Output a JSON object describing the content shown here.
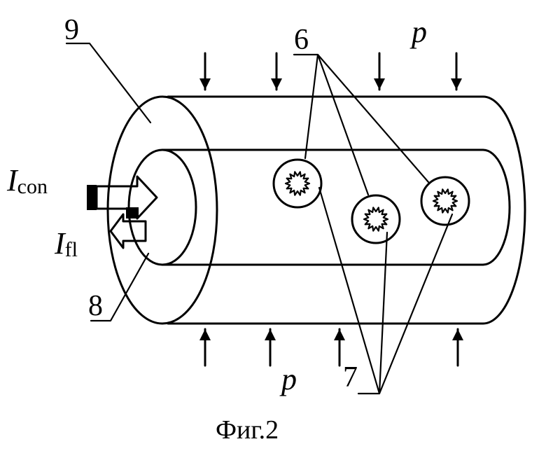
{
  "labels": {
    "outer_cylinder": "9",
    "inner_cylinder": "8",
    "bodies": "6",
    "inclusions": "7"
  },
  "pressure": {
    "top": "p",
    "bottom": "p"
  },
  "flows": {
    "incoming_main": "I",
    "incoming_sub": "con",
    "outgoing_main": "I",
    "outgoing_sub": "fl"
  },
  "caption": "Фиг.2"
}
